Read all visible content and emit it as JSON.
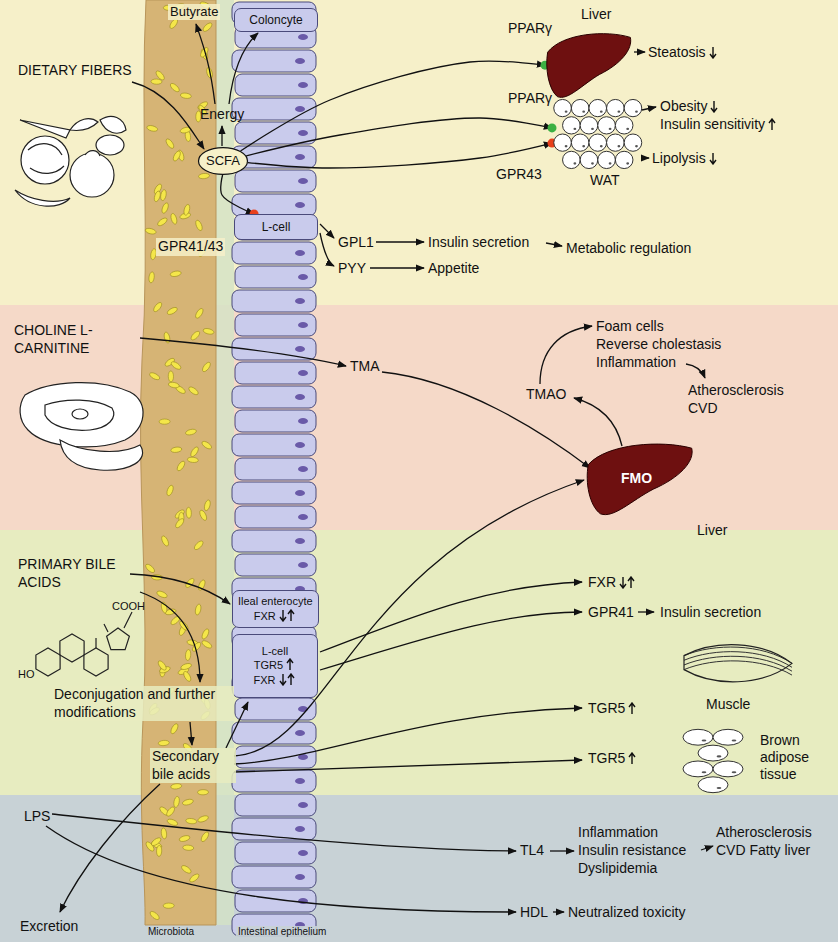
{
  "diagram": {
    "nodes": [
      {
        "text": [
          "Coloncyte"
        ]
      },
      {
        "text": [
          "SCFA"
        ]
      },
      {
        "text": [
          "Liver"
        ]
      },
      {
        "text": [
          "WAT"
        ]
      },
      {
        "text": [
          "L-cell"
        ]
      },
      {
        "text": [
          "FMO",
          "Liver"
        ]
      },
      {
        "text": [
          "Ileal enterocyte",
          "FXR"
        ]
      },
      {
        "text": [
          "L-cell",
          "TGR5",
          "FXR"
        ]
      },
      {
        "text": [
          "Muscle"
        ]
      },
      {
        "text": [
          "Brown adipose tissue"
        ]
      }
    ],
    "edges": [
      {
        "from": 1,
        "to": 2,
        "arrow": "to"
      },
      {
        "from": 1,
        "to": 3,
        "arrow": "to"
      },
      {
        "from": 1,
        "to": 3,
        "arrow": "to"
      },
      {
        "from": 1,
        "to": 4,
        "arrow": "to"
      }
    ],
    "labels": [
      "DIETARY FIBERS",
      "Butyrate",
      "Energy",
      "PPARγ",
      "Steatosis",
      "PPARγ",
      "Obesity",
      "Insulin sensitivity",
      "GPR43",
      "Lipolysis",
      "GPR41/43",
      "GPL1",
      "Insulin secretion",
      "PYY",
      "Appetite",
      "Metabolic regulation",
      "CHOLINE L-CARNITINE",
      "TMA",
      "Foam cells",
      "Reverse cholestasis",
      "Inflammation",
      "TMAO",
      "Atherosclerosis CVD",
      "PRIMARY BILE ACIDS",
      "COOH",
      "HO",
      "Deconjugation and further modifications",
      "Secondary bile acids",
      "FXR",
      "GPR41",
      "Insulin secretion",
      "TGR5",
      "TGR5",
      "LPS",
      "TL4",
      "Inflammation",
      "Insulin resistance",
      "Dyslipidemia",
      "Atherosclerosis CVD Fatty liver",
      "HDL",
      "Neutralized toxicity",
      "Excretion",
      "Microbiota",
      "Intestinal epithelium"
    ]
  }
}
